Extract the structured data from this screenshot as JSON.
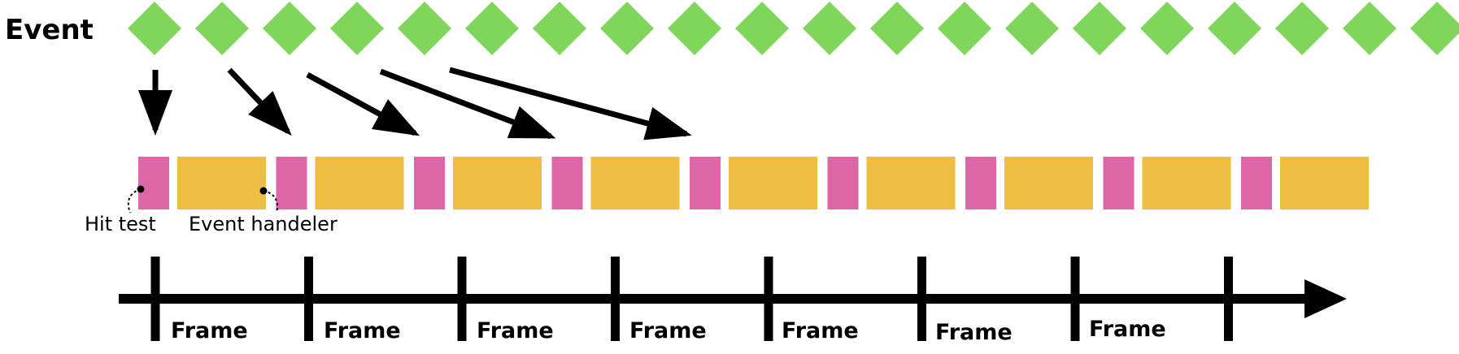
{
  "labels": {
    "event": "Event",
    "hit_test": "Hit test",
    "event_handler": "Event handeler"
  },
  "frames": [
    "Frame",
    "Frame",
    "Frame",
    "Frame",
    "Frame",
    "Frame",
    "Frame"
  ],
  "event_count": 20,
  "task_cycle_count": 9,
  "colors": {
    "event": "#80d65b",
    "hit_test": "#de66a6",
    "event_handler": "#eebd42",
    "line": "#000000"
  }
}
